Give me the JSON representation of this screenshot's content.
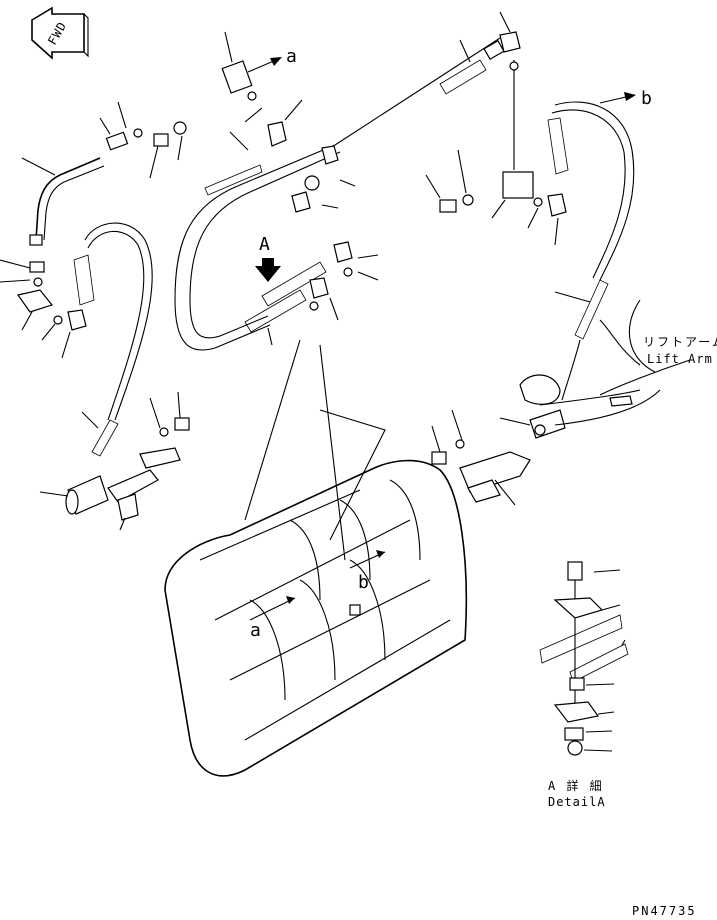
{
  "fwd_label": "FWD",
  "label_A": "A",
  "label_a": "a",
  "label_b": "b",
  "lift_arm_jp": "リフトアーム",
  "lift_arm_en": "Lift Arm",
  "detail_jp": "A 詳 細",
  "detail_en": "DetailA",
  "part_code": "PN47735"
}
